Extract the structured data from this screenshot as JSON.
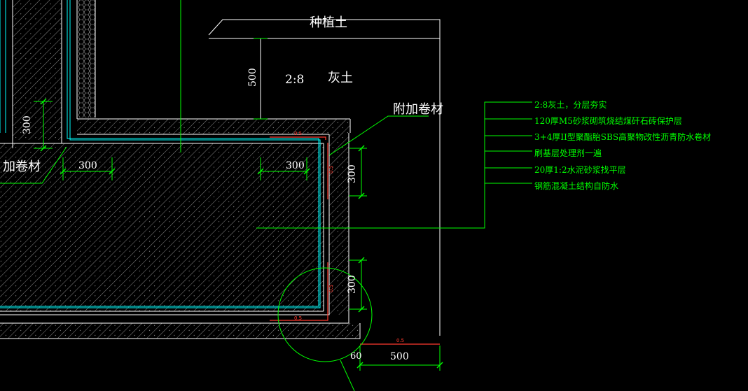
{
  "drawing": {
    "labels": {
      "planting_soil": "种植土",
      "lime_soil_ratio": "2:8",
      "lime_soil": "灰土",
      "additional_membrane": "附加卷材",
      "additional_membrane_left": "加卷材",
      "depth_500": "500",
      "height_300_left": "300",
      "dim_300_left": "300",
      "dim_300_mid": "300",
      "dim_300_right_top": "300",
      "dim_300_right_bottom": "300",
      "dim_60": "60",
      "dim_500_bottom": "500",
      "dim_05_top": "0.5",
      "dim_05_side": "0.5",
      "dim_05_bottom": "0.5",
      "dim_05_side2": "0.5",
      "dim_05_base": "0.5"
    },
    "layers": [
      "2:8灰土，分层夯实",
      "120厚M5砂浆砌筑烧结煤矸石砖保护层",
      "3+4厚II型聚酯胎SBS高聚物改性沥青防水卷材",
      "刷基层处理剂一遍",
      "20厚1:2水泥砂浆找平层",
      "钢筋混凝土结构自防水"
    ],
    "colors": {
      "background": "#000000",
      "structure": "#ffffff",
      "leader": "#00ff00",
      "membrane": "#00ffff",
      "dimension_red": "#ff3b2f"
    }
  }
}
